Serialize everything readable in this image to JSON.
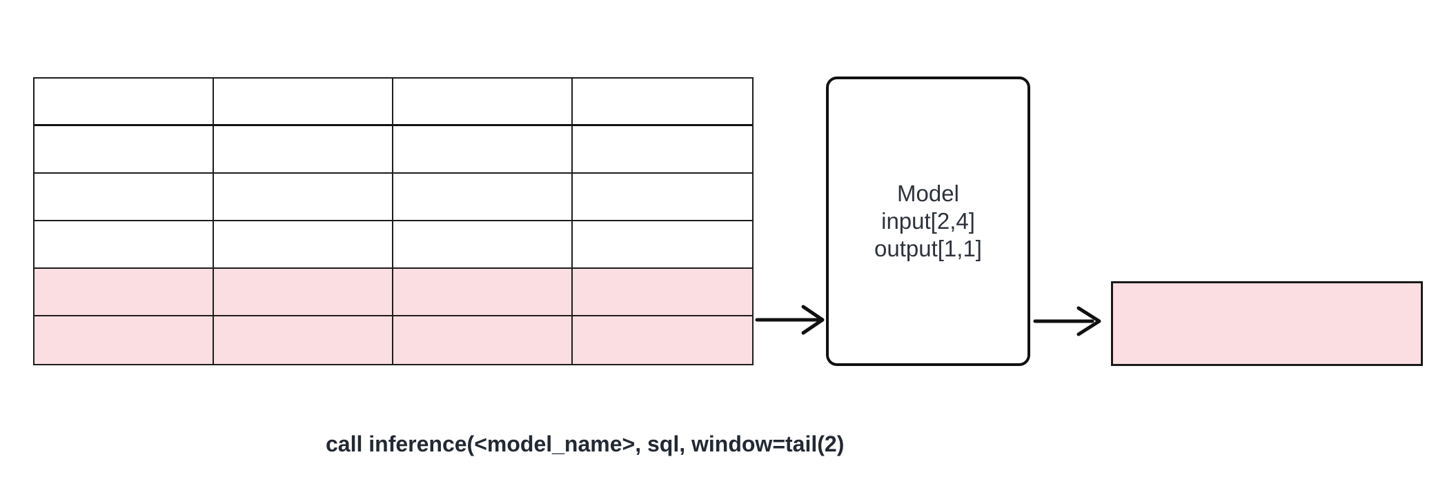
{
  "diagram": {
    "table": {
      "rows": 6,
      "cols": 4,
      "highlighted_row_indices": [
        4,
        5
      ],
      "cells_empty": true
    },
    "model_box": {
      "lines": [
        "Model",
        "input[2,4]",
        "output[1,1]"
      ]
    },
    "output_box": {
      "label": ""
    },
    "arrows": [
      {
        "name": "table-to-model"
      },
      {
        "name": "model-to-output"
      }
    ],
    "caption": "call inference(<model_name>, sql, window=tail(2)",
    "colors": {
      "highlight_pink": "#fbdee1",
      "line_black": "#1c1c1c",
      "text_dark": "#2d323b",
      "background": "#ffffff"
    }
  }
}
